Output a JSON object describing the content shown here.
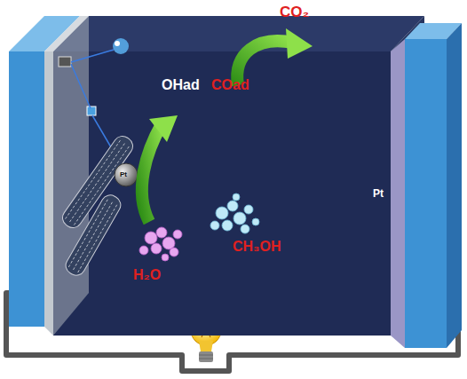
{
  "diagram": {
    "labels": [
      "CO₂",
      "OHad",
      "COad",
      "Pt",
      "H₂O",
      "CH₃OH",
      "Pt"
    ]
  }
}
